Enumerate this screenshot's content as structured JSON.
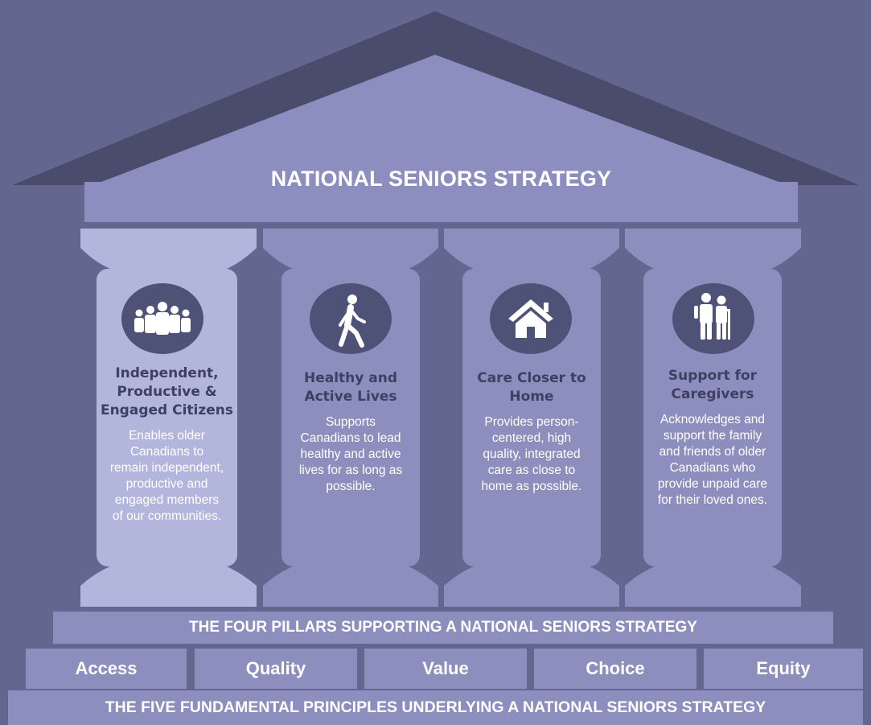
{
  "diagram": {
    "roof_title": "NATIONAL SENIORS STRATEGY",
    "pillars": [
      {
        "icon": "group-of-people-icon",
        "title_lines": [
          "Independent,",
          "Productive &",
          "Engaged Citizens"
        ],
        "description_lines": [
          "Enables older",
          "Canadians to",
          "remain independent,",
          "productive and",
          "engaged members",
          "of our communities."
        ]
      },
      {
        "icon": "walking-person-icon",
        "title_lines": [
          "Healthy and",
          "Active Lives"
        ],
        "description_lines": [
          "Supports",
          "Canadians to lead",
          "healthy and active",
          "lives for as long as",
          "possible."
        ]
      },
      {
        "icon": "house-icon",
        "title_lines": [
          "Care Closer to",
          "Home"
        ],
        "description_lines": [
          "Provides person-",
          "centered, high",
          "quality, integrated",
          "care as close to",
          "home as possible."
        ]
      },
      {
        "icon": "elderly-couple-icon",
        "title_lines": [
          "Support for",
          "Caregivers"
        ],
        "description_lines": [
          "Acknowledges and",
          "support the family",
          "and friends of older",
          "Canadians who",
          "provide unpaid care",
          "for their loved ones."
        ]
      }
    ],
    "pillars_band": "THE FOUR PILLARS SUPPORTING A NATIONAL SENIORS STRATEGY",
    "principles": [
      "Access",
      "Quality",
      "Value",
      "Choice",
      "Equity"
    ],
    "principles_band": "THE FIVE FUNDAMENTAL PRINCIPLES UNDERLYING A NATIONAL SENIORS STRATEGY",
    "colors": {
      "background": "#63678f",
      "roof_dark": "#4a4c6c",
      "roof_light": "#8b8ebf",
      "pillar_highlight": "#b3b6dc",
      "pillar": "#8c8fbd",
      "icon_circle": "#4f5277",
      "title_text": "#3d3f63"
    }
  }
}
